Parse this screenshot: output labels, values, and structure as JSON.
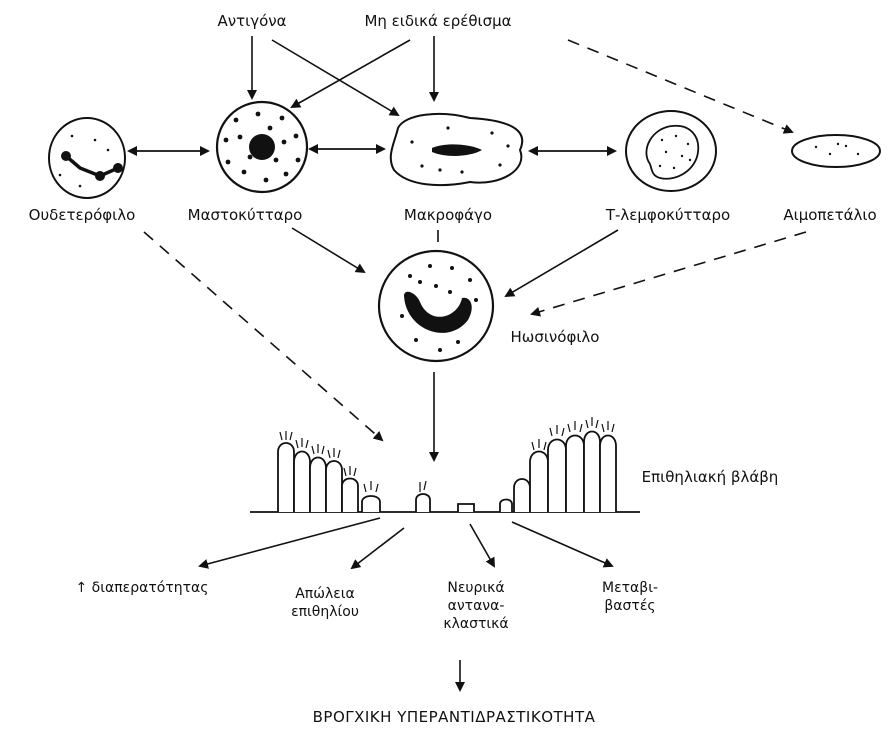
{
  "inputs": {
    "antigens": "Αντιγόνα",
    "nonspecific": "Μη ειδικά ερέθισμα"
  },
  "cells": {
    "neutrophil": "Ουδετερόφιλο",
    "mast_cell": "Μαστοκύτταρο",
    "macrophage": "Μακροφάγο",
    "t_lymphocyte": "Τ-λεμφοκύτταρο",
    "platelet": "Αιμοπετάλιο",
    "eosinophil": "Ηωσινόφιλο"
  },
  "damage": {
    "epithelial": "Επιθηλιακή βλάβη"
  },
  "effects": {
    "permeability": "↑ διαπερατότητας",
    "epithelium_loss_line1": "Απώλεια",
    "epithelium_loss_line2": "επιθηλίου",
    "neural_line1": "Νευρικά",
    "neural_line2": "αντανα-",
    "neural_line3": "κλαστικά",
    "mediators_line1": "Μεταβι-",
    "mediators_line2": "βαστές"
  },
  "outcome": "ΒΡΟΓΧΙΚΗ ΥΠΕΡΑΝΤΙΔΡΑΣΤΙΚΟΤΗΤΑ"
}
